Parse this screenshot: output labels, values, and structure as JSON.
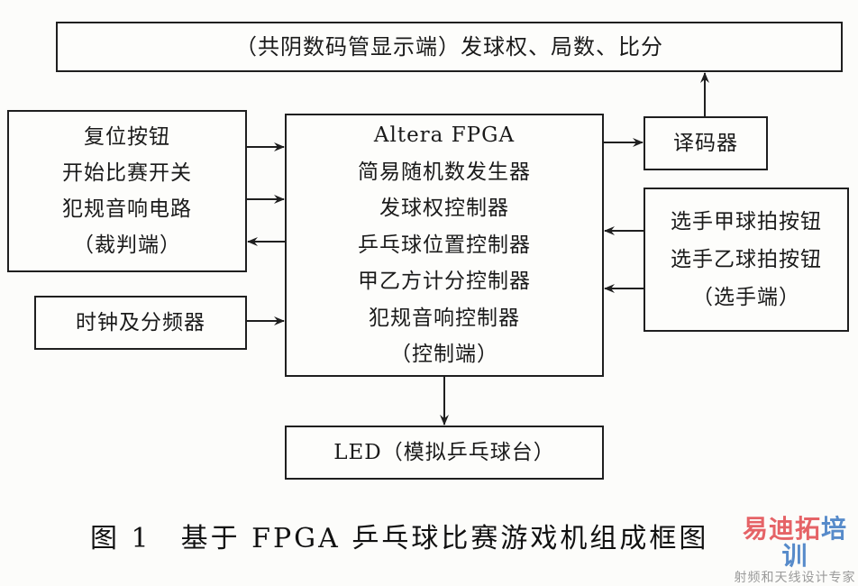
{
  "diagram": {
    "display_box": {
      "text": "（共阴数码管显示端）发球权、局数、比分"
    },
    "referee_box": {
      "lines": [
        "复位按钮",
        "开始比赛开关",
        "犯规音响电路",
        "（裁判端）"
      ]
    },
    "clock_box": {
      "text": "时钟及分频器"
    },
    "fpga_box": {
      "lines": [
        "Altera FPGA",
        "简易随机数发生器",
        "发球权控制器",
        "乒乓球位置控制器",
        "甲乙方计分控制器",
        "犯规音响控制器",
        "（控制端）"
      ]
    },
    "decoder_box": {
      "text": "译码器"
    },
    "player_box": {
      "lines": [
        "选手甲球拍按钮",
        "选手乙球拍按钮",
        "（选手端）"
      ]
    },
    "led_box": {
      "text": "LED（模拟乒乓球台）"
    },
    "connections": [
      {
        "from": "referee_box",
        "to": "fpga_box"
      },
      {
        "from": "referee_box",
        "to": "fpga_box"
      },
      {
        "from": "fpga_box",
        "to": "referee_box"
      },
      {
        "from": "clock_box",
        "to": "fpga_box"
      },
      {
        "from": "fpga_box",
        "to": "decoder_box"
      },
      {
        "from": "decoder_box",
        "to": "display_box"
      },
      {
        "from": "player_box",
        "to": "fpga_box"
      },
      {
        "from": "player_box",
        "to": "fpga_box"
      },
      {
        "from": "fpga_box",
        "to": "led_box"
      }
    ]
  },
  "caption": "图 1　基于 FPGA 乒乓球比赛游戏机组成框图",
  "watermark": {
    "main_red": "易迪拓",
    "main_blue": "培训",
    "sub": "射频和天线设计专家"
  }
}
